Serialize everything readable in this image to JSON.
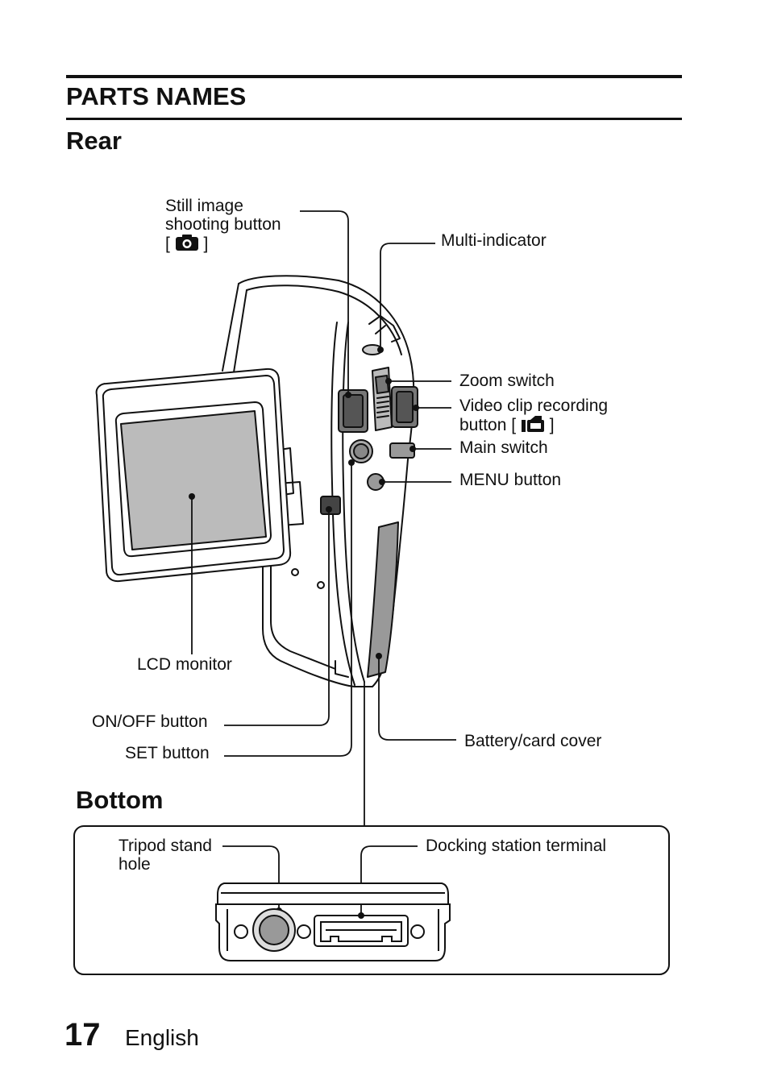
{
  "header": {
    "title": "PARTS NAMES",
    "section_rear": "Rear",
    "section_bottom": "Bottom"
  },
  "labels": {
    "still_image_line1": "Still image",
    "still_image_line2": "shooting button",
    "still_image_open": "[",
    "still_image_close": "]",
    "multi_indicator": "Multi-indicator",
    "zoom_switch": "Zoom switch",
    "video_clip_line1": "Video clip recording",
    "video_clip_line2_prefix": "button [",
    "video_clip_line2_suffix": "]",
    "main_switch": "Main switch",
    "menu_button": "MENU button",
    "lcd_monitor": "LCD monitor",
    "on_off_button": "ON/OFF button",
    "set_button": "SET button",
    "battery_card_cover": "Battery/card cover",
    "tripod_line1": "Tripod stand",
    "tripod_line2": "hole",
    "docking_terminal": "Docking station terminal"
  },
  "icons": [
    "camera-icon",
    "video-camera-icon"
  ],
  "footer": {
    "page_number": "17",
    "language": "English"
  }
}
